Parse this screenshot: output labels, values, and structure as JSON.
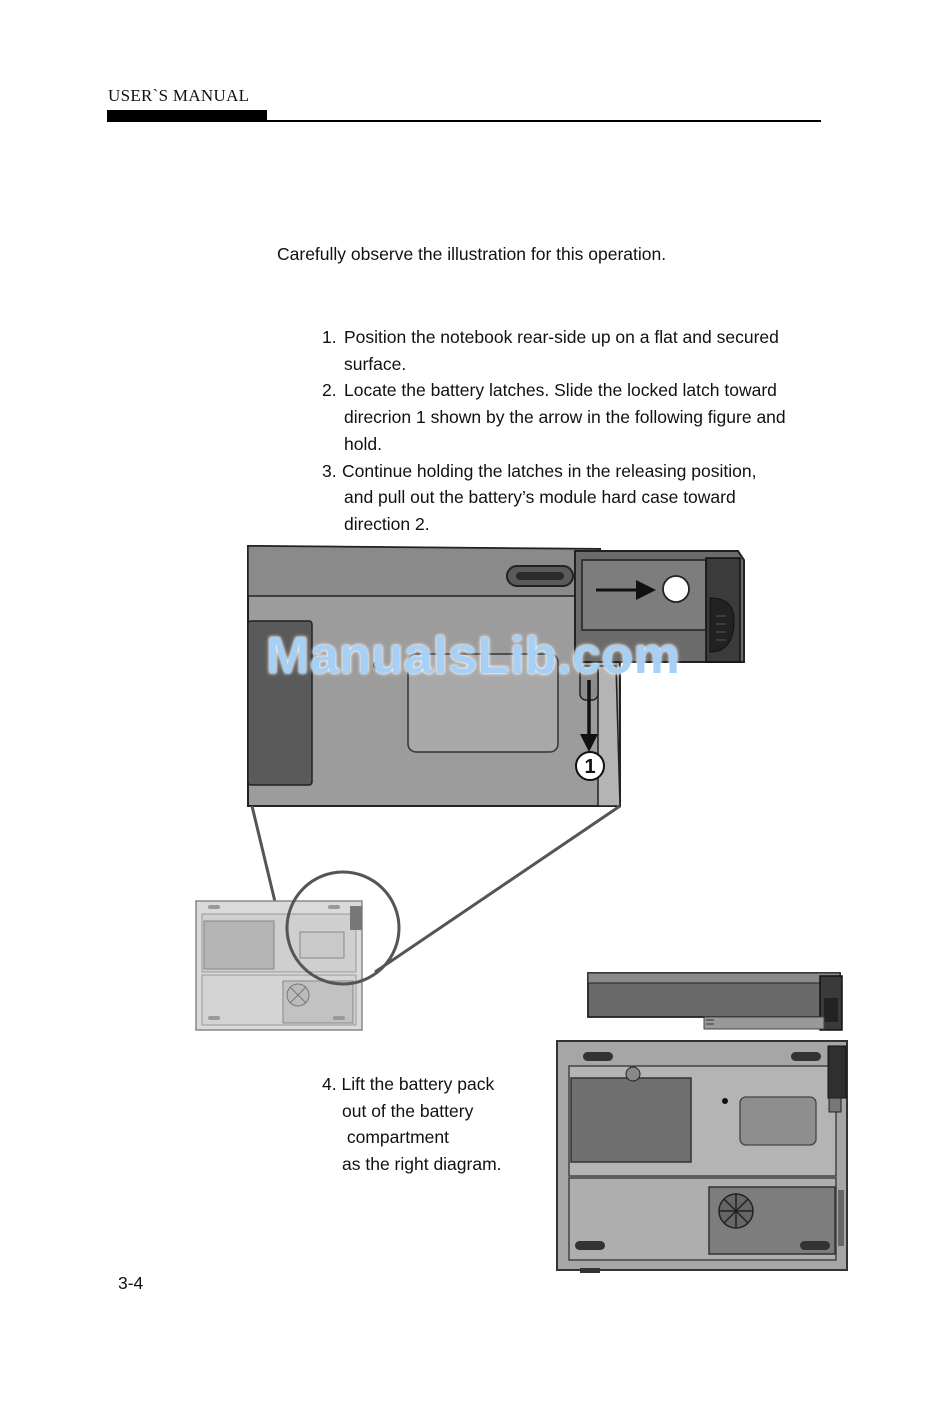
{
  "header": {
    "title": "USER`S MANUAL"
  },
  "intro": "Carefully observe the illustration for this operation.",
  "steps": [
    {
      "num": "1.",
      "lines": [
        "Position the notebook rear-side up on a flat and secured",
        "surface."
      ]
    },
    {
      "num": "2.",
      "lines": [
        "Locate the battery latches.  Slide the locked latch toward",
        "direcrion 1 shown by the arrow in the following figure and",
        "hold."
      ]
    },
    {
      "num": "3.",
      "lines": [
        "Continue holding the latches in the releasing position,",
        "and pull out the battery’s module hard case toward",
        "direction 2."
      ]
    }
  ],
  "step4": {
    "num": "4.",
    "lines": [
      "Lift the battery pack",
      "out of the battery",
      " compartment",
      "as the right diagram."
    ]
  },
  "figure": {
    "callout_1": "1",
    "watermark": "ManualsLib.com"
  },
  "footer": {
    "page_number": "3-4"
  },
  "colors": {
    "case": "#9a9a9a",
    "case_dark": "#6e6e6e",
    "battery": "#555555",
    "light_case": "#d2d2d2"
  }
}
